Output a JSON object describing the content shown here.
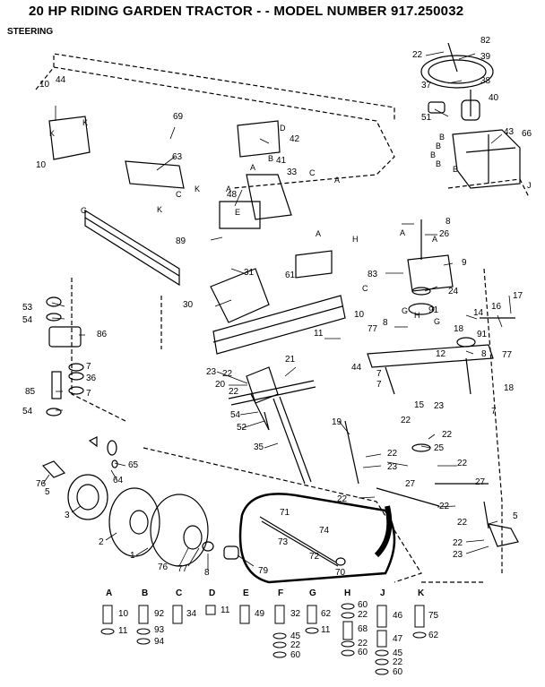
{
  "title": "20 HP RIDING GARDEN TRACTOR - - MODEL NUMBER 917.250032",
  "subtitle": "STEERING",
  "callouts": [
    {
      "id": "c82",
      "text": "82"
    },
    {
      "id": "c22a",
      "text": "22"
    },
    {
      "id": "c39",
      "text": "39"
    },
    {
      "id": "c38",
      "text": "38"
    },
    {
      "id": "c37",
      "text": "37"
    },
    {
      "id": "c40",
      "text": "40"
    },
    {
      "id": "c51",
      "text": "51"
    },
    {
      "id": "c43",
      "text": "43"
    },
    {
      "id": "c66",
      "text": "66"
    },
    {
      "id": "c10a",
      "text": "10"
    },
    {
      "id": "c44a",
      "text": "44"
    },
    {
      "id": "c10b",
      "text": "10"
    },
    {
      "id": "c69",
      "text": "69"
    },
    {
      "id": "c42",
      "text": "42"
    },
    {
      "id": "c63",
      "text": "63"
    },
    {
      "id": "c41",
      "text": "41"
    },
    {
      "id": "c33",
      "text": "33"
    },
    {
      "id": "c48",
      "text": "48"
    },
    {
      "id": "c89",
      "text": "89"
    },
    {
      "id": "c8a",
      "text": "8"
    },
    {
      "id": "c26",
      "text": "26"
    },
    {
      "id": "c9",
      "text": "9"
    },
    {
      "id": "c83",
      "text": "83"
    },
    {
      "id": "c24",
      "text": "24"
    },
    {
      "id": "c61",
      "text": "61"
    },
    {
      "id": "c31",
      "text": "31"
    },
    {
      "id": "c30",
      "text": "30"
    },
    {
      "id": "c53",
      "text": "53"
    },
    {
      "id": "c54a",
      "text": "54"
    },
    {
      "id": "c86",
      "text": "86"
    },
    {
      "id": "c7a",
      "text": "7"
    },
    {
      "id": "c36",
      "text": "36"
    },
    {
      "id": "c7b",
      "text": "7"
    },
    {
      "id": "c85",
      "text": "85"
    },
    {
      "id": "c54b",
      "text": "54"
    },
    {
      "id": "c91a",
      "text": "91"
    },
    {
      "id": "c10c",
      "text": "10"
    },
    {
      "id": "c77a",
      "text": "77"
    },
    {
      "id": "c8b",
      "text": "8"
    },
    {
      "id": "c18a",
      "text": "18"
    },
    {
      "id": "c14",
      "text": "14"
    },
    {
      "id": "c16",
      "text": "16"
    },
    {
      "id": "c17",
      "text": "17"
    },
    {
      "id": "c91b",
      "text": "91"
    },
    {
      "id": "c8c",
      "text": "8"
    },
    {
      "id": "c77b",
      "text": "77"
    },
    {
      "id": "c11",
      "text": "11"
    },
    {
      "id": "c44b",
      "text": "44"
    },
    {
      "id": "c12",
      "text": "12"
    },
    {
      "id": "c21",
      "text": "21"
    },
    {
      "id": "c23a",
      "text": "23"
    },
    {
      "id": "c22b",
      "text": "22"
    },
    {
      "id": "c20",
      "text": "20"
    },
    {
      "id": "c22c",
      "text": "22"
    },
    {
      "id": "c7c",
      "text": "7"
    },
    {
      "id": "c7d",
      "text": "7"
    },
    {
      "id": "c18b",
      "text": "18"
    },
    {
      "id": "c15",
      "text": "15"
    },
    {
      "id": "c23b",
      "text": "23"
    },
    {
      "id": "c22d",
      "text": "22"
    },
    {
      "id": "c7e",
      "text": "7"
    },
    {
      "id": "c54c",
      "text": "54"
    },
    {
      "id": "c52",
      "text": "52"
    },
    {
      "id": "c19",
      "text": "19"
    },
    {
      "id": "c22e",
      "text": "22"
    },
    {
      "id": "c25",
      "text": "25"
    },
    {
      "id": "c35",
      "text": "35"
    },
    {
      "id": "c22f",
      "text": "22"
    },
    {
      "id": "c22g",
      "text": "22"
    },
    {
      "id": "c23c",
      "text": "23"
    },
    {
      "id": "c27a",
      "text": "27"
    },
    {
      "id": "c65",
      "text": "65"
    },
    {
      "id": "c64",
      "text": "64"
    },
    {
      "id": "c76a",
      "text": "76"
    },
    {
      "id": "c5a",
      "text": "5"
    },
    {
      "id": "c3",
      "text": "3"
    },
    {
      "id": "c22h",
      "text": "22"
    },
    {
      "id": "c27b",
      "text": "27"
    },
    {
      "id": "c22i",
      "text": "22"
    },
    {
      "id": "c22j",
      "text": "22"
    },
    {
      "id": "c5b",
      "text": "5"
    },
    {
      "id": "c71",
      "text": "71"
    },
    {
      "id": "c74",
      "text": "74"
    },
    {
      "id": "c73",
      "text": "73"
    },
    {
      "id": "c72",
      "text": "72"
    },
    {
      "id": "c70",
      "text": "70"
    },
    {
      "id": "c2",
      "text": "2"
    },
    {
      "id": "c1",
      "text": "1"
    },
    {
      "id": "c76b",
      "text": "76"
    },
    {
      "id": "c77c",
      "text": "77"
    },
    {
      "id": "c8d",
      "text": "8"
    },
    {
      "id": "c79",
      "text": "79"
    },
    {
      "id": "c22k",
      "text": "22"
    },
    {
      "id": "c23d",
      "text": "23"
    }
  ],
  "ref_letters": [
    {
      "id": "rK1",
      "text": "K"
    },
    {
      "id": "rK2",
      "text": "K"
    },
    {
      "id": "rD",
      "text": "D"
    },
    {
      "id": "rB1",
      "text": "B"
    },
    {
      "id": "rB2",
      "text": "B"
    },
    {
      "id": "rB3",
      "text": "B"
    },
    {
      "id": "rB4",
      "text": "B"
    },
    {
      "id": "rB5",
      "text": "B"
    },
    {
      "id": "rJ",
      "text": "J"
    },
    {
      "id": "rA1",
      "text": "A"
    },
    {
      "id": "rB6",
      "text": "B"
    },
    {
      "id": "rC1",
      "text": "C"
    },
    {
      "id": "rA2",
      "text": "A"
    },
    {
      "id": "rC2",
      "text": "C"
    },
    {
      "id": "rK3",
      "text": "K"
    },
    {
      "id": "rK4",
      "text": "K"
    },
    {
      "id": "rA3",
      "text": "A"
    },
    {
      "id": "rG1",
      "text": "G"
    },
    {
      "id": "rE",
      "text": "E"
    },
    {
      "id": "rA4",
      "text": "A"
    },
    {
      "id": "rH",
      "text": "H"
    },
    {
      "id": "rA5",
      "text": "A"
    },
    {
      "id": "rA6",
      "text": "A"
    },
    {
      "id": "rC3",
      "text": "C"
    },
    {
      "id": "rG2",
      "text": "G"
    },
    {
      "id": "rG3",
      "text": "G"
    },
    {
      "id": "rH2",
      "text": "H"
    }
  ],
  "hardware_legend": [
    {
      "letter": "A",
      "parts": [
        "10",
        "11"
      ]
    },
    {
      "letter": "B",
      "parts": [
        "92",
        "93",
        "94"
      ]
    },
    {
      "letter": "C",
      "parts": [
        "34"
      ]
    },
    {
      "letter": "D",
      "parts": [
        "11"
      ]
    },
    {
      "letter": "E",
      "parts": [
        "49"
      ]
    },
    {
      "letter": "F",
      "parts": [
        "32",
        "45",
        "22",
        "60"
      ]
    },
    {
      "letter": "G",
      "parts": [
        "62",
        "11"
      ]
    },
    {
      "letter": "H",
      "parts": [
        "60",
        "22",
        "68",
        "22",
        "60"
      ]
    },
    {
      "letter": "J",
      "parts": [
        "46",
        "47",
        "45",
        "22",
        "60"
      ]
    },
    {
      "letter": "K",
      "parts": [
        "75",
        "62"
      ]
    }
  ]
}
